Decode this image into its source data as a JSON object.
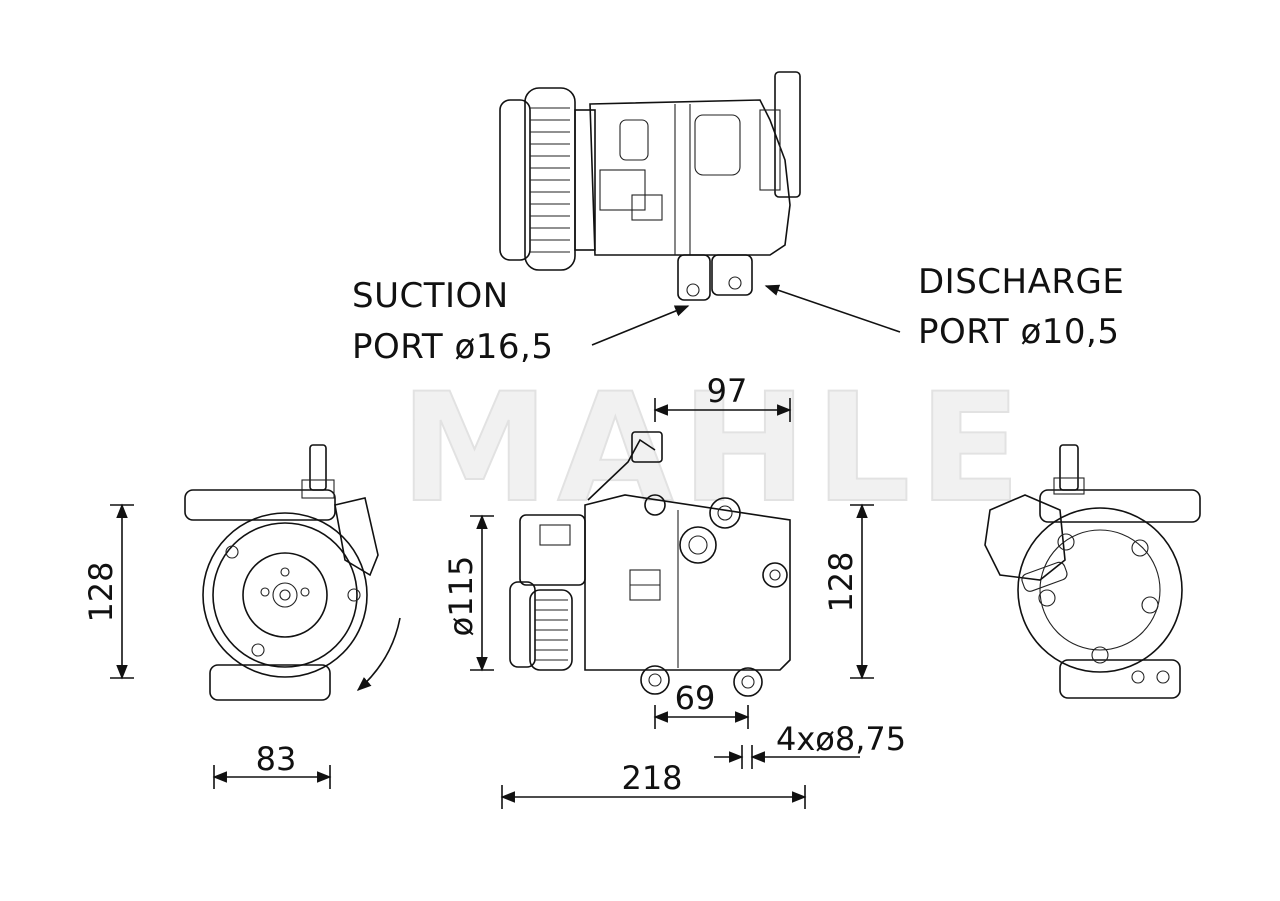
{
  "watermark": "MAHLE",
  "ports": {
    "suction_line1": "SUCTION",
    "suction_line2": "PORT  ø16,5",
    "discharge_line1": "DISCHARGE",
    "discharge_line2": "PORT ø10,5"
  },
  "dimensions": {
    "d97": "97",
    "d69": "69",
    "d218": "218",
    "d83": "83",
    "d128_left": "128",
    "d128_right": "128",
    "d115": "ø115",
    "holes": "4xø8,75"
  },
  "colors": {
    "line": "#111111",
    "watermark": "#e8e8e8",
    "background": "#ffffff"
  }
}
